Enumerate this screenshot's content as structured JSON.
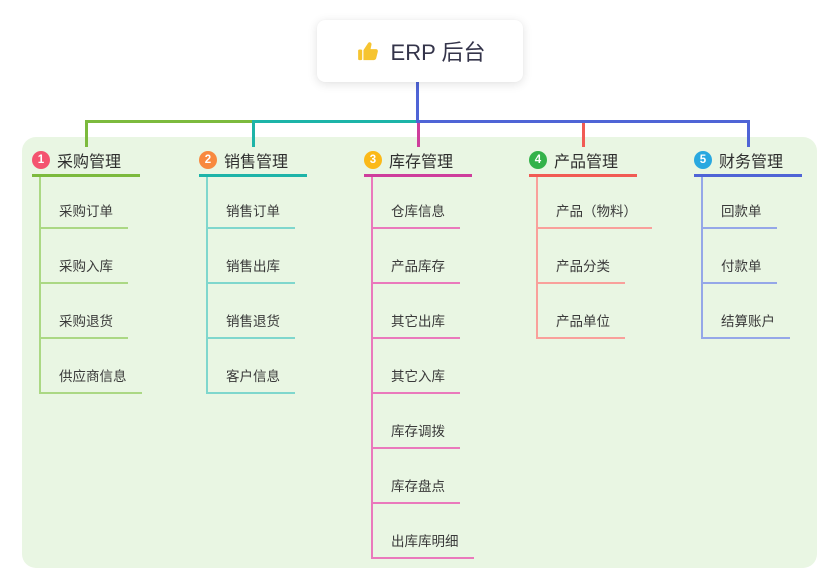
{
  "root": {
    "label": "ERP 后台",
    "icon": "thumbs-up-icon"
  },
  "branches": [
    {
      "index": "1",
      "title": "采购管理",
      "colors": {
        "badge": "#f4536f",
        "line": "#7cba3d",
        "line_light": "#abd884"
      },
      "children": [
        "采购订单",
        "采购入库",
        "采购退货",
        "供应商信息"
      ]
    },
    {
      "index": "2",
      "title": "销售管理",
      "colors": {
        "badge": "#f8893f",
        "line": "#1db4a8",
        "line_light": "#7fd7cd"
      },
      "children": [
        "销售订单",
        "销售出库",
        "销售退货",
        "客户信息"
      ]
    },
    {
      "index": "3",
      "title": "库存管理",
      "colors": {
        "badge": "#fbb918",
        "line": "#ce3e9c",
        "line_light": "#ea79bc"
      },
      "children": [
        "仓库信息",
        "产品库存",
        "其它出库",
        "其它入库",
        "库存调拨",
        "库存盘点",
        "出库库明细"
      ]
    },
    {
      "index": "4",
      "title": "产品管理",
      "colors": {
        "badge": "#33b24a",
        "line": "#f15b54",
        "line_light": "#f9a09b"
      },
      "children": [
        "产品（物料）",
        "产品分类",
        "产品单位"
      ]
    },
    {
      "index": "5",
      "title": "财务管理",
      "colors": {
        "badge": "#29a8e0",
        "line": "#4f64d6",
        "line_light": "#95a7e8"
      },
      "children": [
        "回款单",
        "付款单",
        "结算账户"
      ]
    }
  ],
  "canvas": {
    "panel_bg": "#e9f6e3",
    "root_line_color": "#4f64d6",
    "icon_color": "#f6c430"
  }
}
